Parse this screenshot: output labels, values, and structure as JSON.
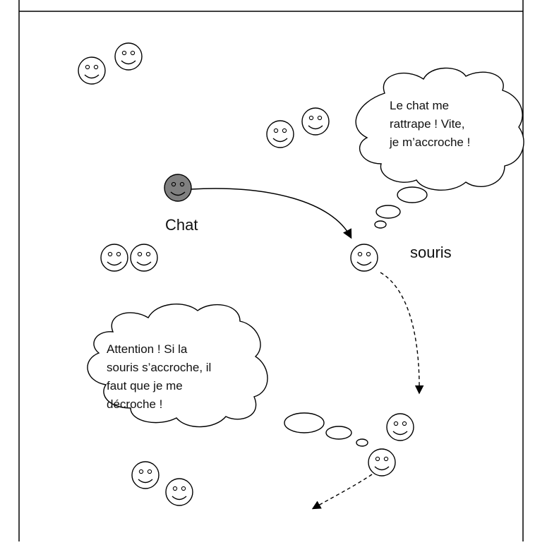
{
  "labels": {
    "cat": "Chat",
    "mouse": "souris"
  },
  "bubbles": {
    "mouse_thought": {
      "lines": [
        "Le chat me",
        "rattrape ! Vite,",
        "je m’accroche !"
      ]
    },
    "peer_thought": {
      "lines": [
        "Attention ! Si la",
        "souris s’accroche, il",
        "faut que je me",
        "décroche !"
      ]
    }
  },
  "colors": {
    "cat_fill": "#808080",
    "outline": "#000000",
    "background": "#ffffff"
  },
  "icons": {
    "player": "smiley-face-icon",
    "cat": "grey-smiley-face-icon"
  }
}
